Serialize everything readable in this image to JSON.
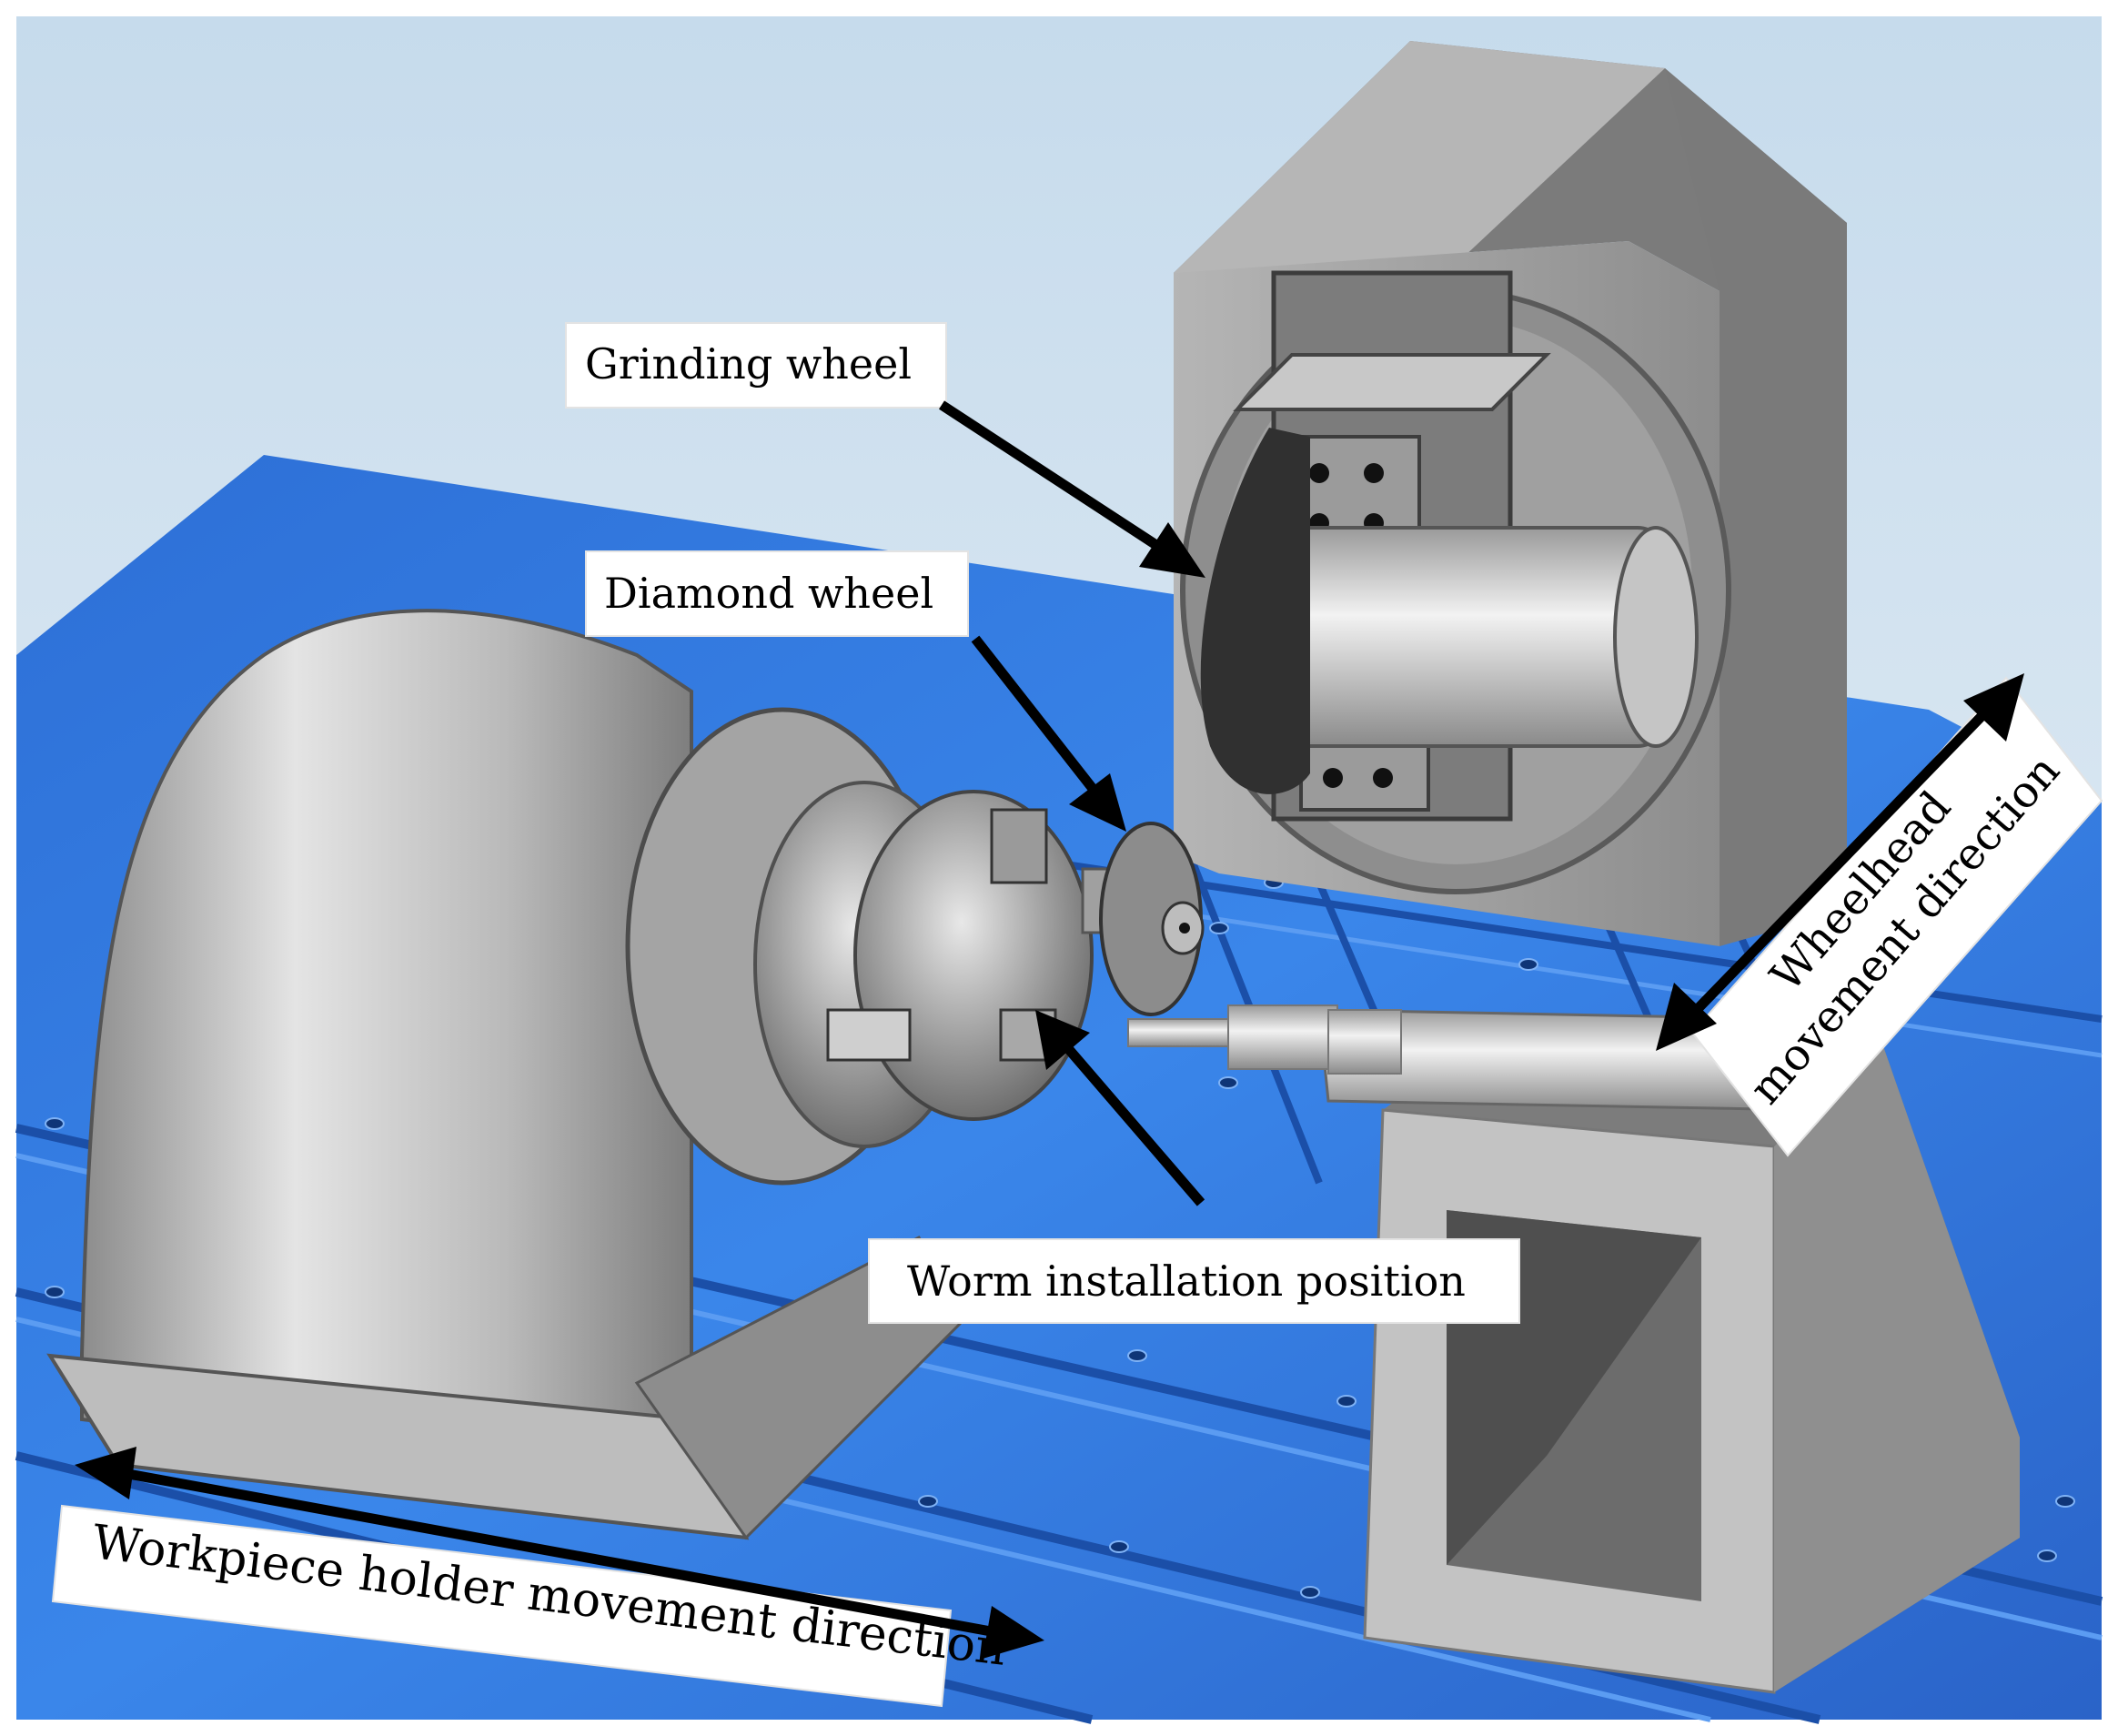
{
  "labels": {
    "grinding_wheel": "Grinding wheel",
    "diamond_wheel": "Diamond wheel",
    "worm_position": "Worm installation position",
    "wheelhead_line1": "Wheelhead",
    "wheelhead_line2": "movement direction",
    "workpiece_direction": "Workpiece holder movement direction"
  },
  "colors": {
    "background_top": "#c9dcec",
    "background_bottom": "#e6eef6",
    "table_blue": "#2f73d8",
    "table_blue_dark": "#1f57b5",
    "machine_gray": "#9a9a9a",
    "machine_dark": "#5c5c5c",
    "label_bg": "#ffffff",
    "arrow": "#000000"
  },
  "icons": {
    "arrow": "black-arrow",
    "double_arrow": "black-double-arrow"
  }
}
